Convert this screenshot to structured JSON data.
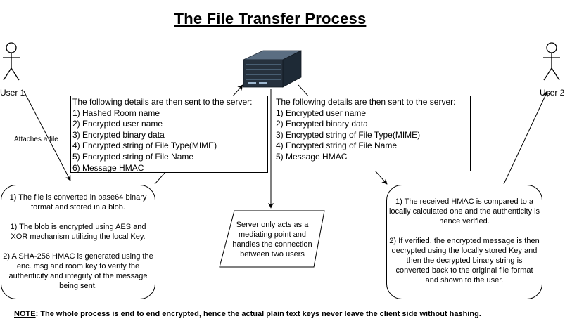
{
  "title": "The File Transfer Process",
  "actors": {
    "user1": "User 1",
    "user2": "User 2"
  },
  "edge_label_attach": "Attaches a file",
  "client_details_box": {
    "heading": "The following details are then sent to the server:",
    "items": [
      "1) Hashed Room name",
      "2) Encrypted user name",
      "3) Encrypted binary data",
      "4) Encrypted string of File Type(MIME)",
      "5) Encrypted string of File Name",
      "6) Message HMAC"
    ]
  },
  "server_details_box": {
    "heading": "The following details are then sent to the server:",
    "items": [
      "1) Encrypted user name",
      "2) Encrypted binary data",
      "3) Encrypted string of File Type(MIME)",
      "4) Encrypted string of File Name",
      "5) Message HMAC"
    ]
  },
  "sender_process": [
    "1) The file is converted in base64 binary format and stored in a blob.",
    "1) The blob is encrypted using AES and XOR mechanism utilizing the local Key.",
    "2) A SHA-256 HMAC is generated using the enc. msg and room key to verify the authenticity and integrity of the message being sent."
  ],
  "receiver_process": [
    "1) The received HMAC is compared to a locally calculated one and the authenticity is hence verified.",
    "2) If verified, the encrypted message is then decrypted using the locally stored Key and then the decrypted binary string is converted back to the original file format and shown to the user."
  ],
  "server_note": "Server only acts as a mediating point and handles the connection between two users",
  "server_icon": "server-icon",
  "note": {
    "prefix": "NOTE",
    "text": ": The whole process is end to end encrypted, hence the actual plain text keys never leave the client side without hashing."
  }
}
